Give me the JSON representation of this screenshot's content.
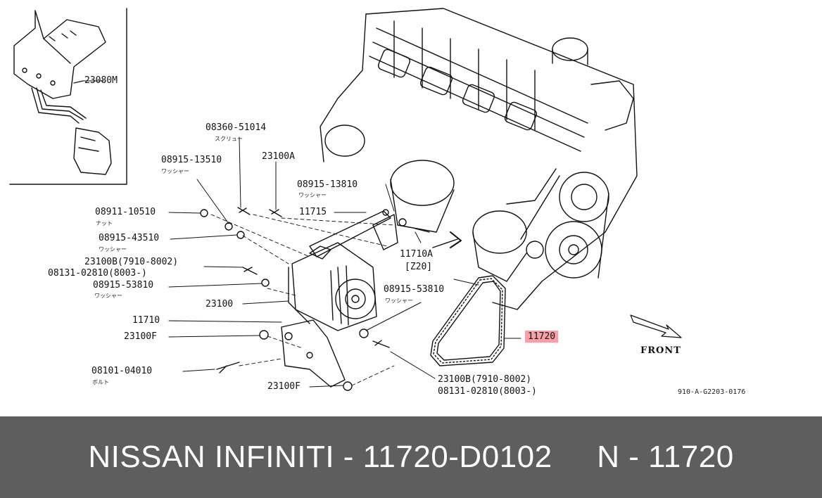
{
  "labels": {
    "bracket": "23080M",
    "screw": "08360-51014",
    "screw_sub": "スクリュー",
    "stud": "23100A",
    "washer_13510": "08915-13510",
    "washer_13510_sub": "ワッシャー",
    "washer_13810": "08915-13810",
    "washer_13810_sub": "ワッシャー",
    "nut": "08911-10510",
    "nut_sub": "ナット",
    "brace": "11715",
    "washer_43510": "08915-43510",
    "washer_43510_sub": "ワッシャー",
    "bolt_23100b_top": "23100B(7910-8002)",
    "bolt_08131_top": "08131-02810(8003-)",
    "bracket_11710a": "11710A",
    "bracket_11710a_note": "[Z20]",
    "washer_53810_left": "08915-53810",
    "washer_53810_left_sub": "ワッシャー",
    "washer_53810_right": "08915-53810",
    "washer_53810_right_sub": "ワッシャー",
    "alternator": "23100",
    "adjust_bar": "11710",
    "bolt_23100f_left": "23100F",
    "bolt_08101": "08101-04010",
    "bolt_08101_sub": "ボルト",
    "bolt_23100f_bottom": "23100F",
    "bolt_23100b_bottom": "23100B(7910-8002)",
    "bolt_08131_bottom": "08131-02810(8003-)",
    "belt": "11720",
    "front": "FRONT",
    "ref_code": "910-A-G2203-0176"
  },
  "colors": {
    "highlight": "#f6a0a8",
    "footer_bg": "#5e5e5e",
    "footer_text": "#ffffff"
  },
  "footer": {
    "caption": "NISSAN INFINITI - 11720-D0102     N - 11720"
  }
}
